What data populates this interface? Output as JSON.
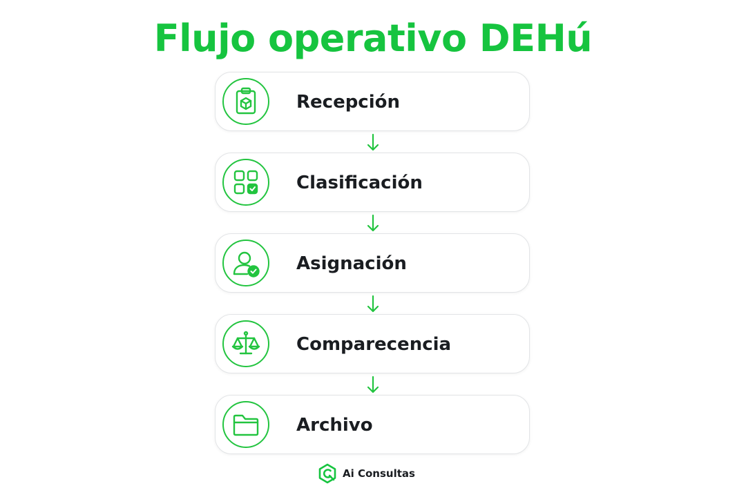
{
  "title": "Flujo operativo DEHú",
  "steps": [
    {
      "label": "Recepción",
      "icon": "clipboard-package-icon"
    },
    {
      "label": "Clasificación",
      "icon": "grid-check-icon"
    },
    {
      "label": "Asignación",
      "icon": "user-check-icon"
    },
    {
      "label": "Comparecencia",
      "icon": "scale-balance-icon"
    },
    {
      "label": "Archivo",
      "icon": "folder-icon"
    }
  ],
  "footer": {
    "brand": "Ai Consultas",
    "icon": "ai-consultas-logo"
  },
  "colors": {
    "accent": "#16c43f",
    "text": "#1a1d21",
    "card_border": "#e2e4e6"
  }
}
